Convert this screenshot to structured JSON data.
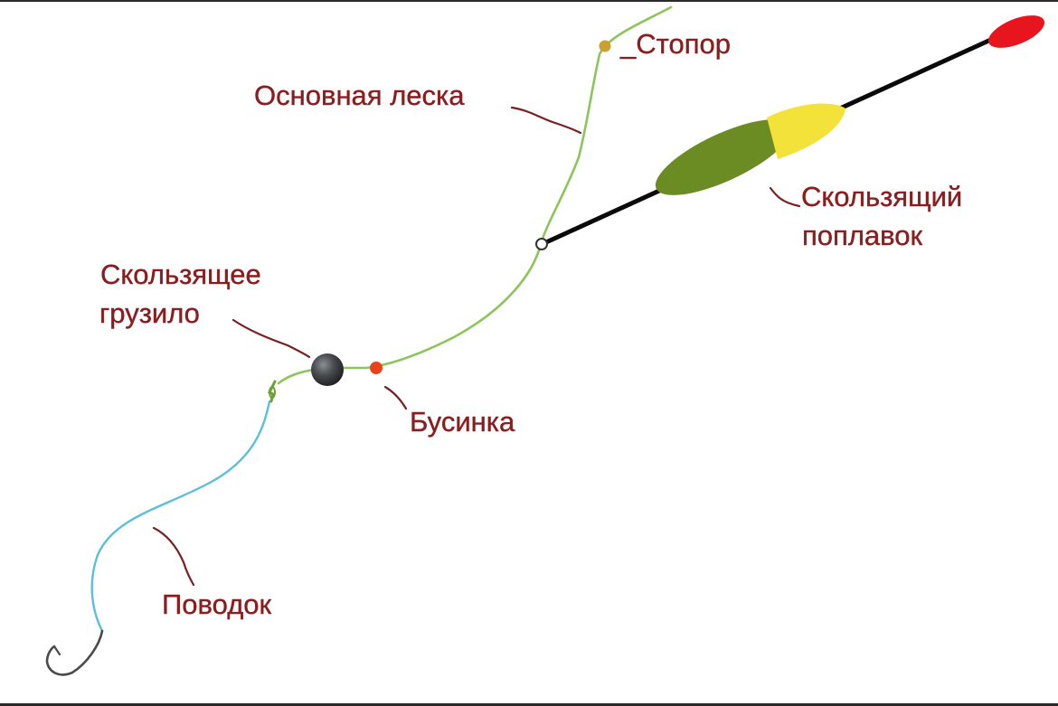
{
  "colors": {
    "label_text": "#8a1e1e",
    "main_line": "#8cc65a",
    "leader_line": "#5cc0d8",
    "float_rod": "#0a0a0a",
    "float_tip": "#e8141e",
    "float_body": "#6b8c23",
    "float_band": "#f3e23a",
    "sinker": "#3a3c3e",
    "bead": "#e8431c",
    "stopper": "#c9a032",
    "hook": "#4a4a4a",
    "pointer": "#7a2020"
  },
  "icons": {
    "float": "sliding-float-icon",
    "sinker": "sinker-ball-icon",
    "bead": "bead-dot-icon",
    "stopper": "stopper-dot-icon",
    "hook": "fish-hook-icon",
    "swivel": "swivel-icon"
  },
  "labels": {
    "stopper": "_Стопор",
    "main_line": "Основная леска",
    "sliding_float_line1": "Скользящий",
    "sliding_float_line2": "поплавок",
    "sliding_sinker_line1": "Скользящее",
    "sliding_sinker_line2": "грузило",
    "bead": "Бусинка",
    "leader": "Поводок"
  }
}
